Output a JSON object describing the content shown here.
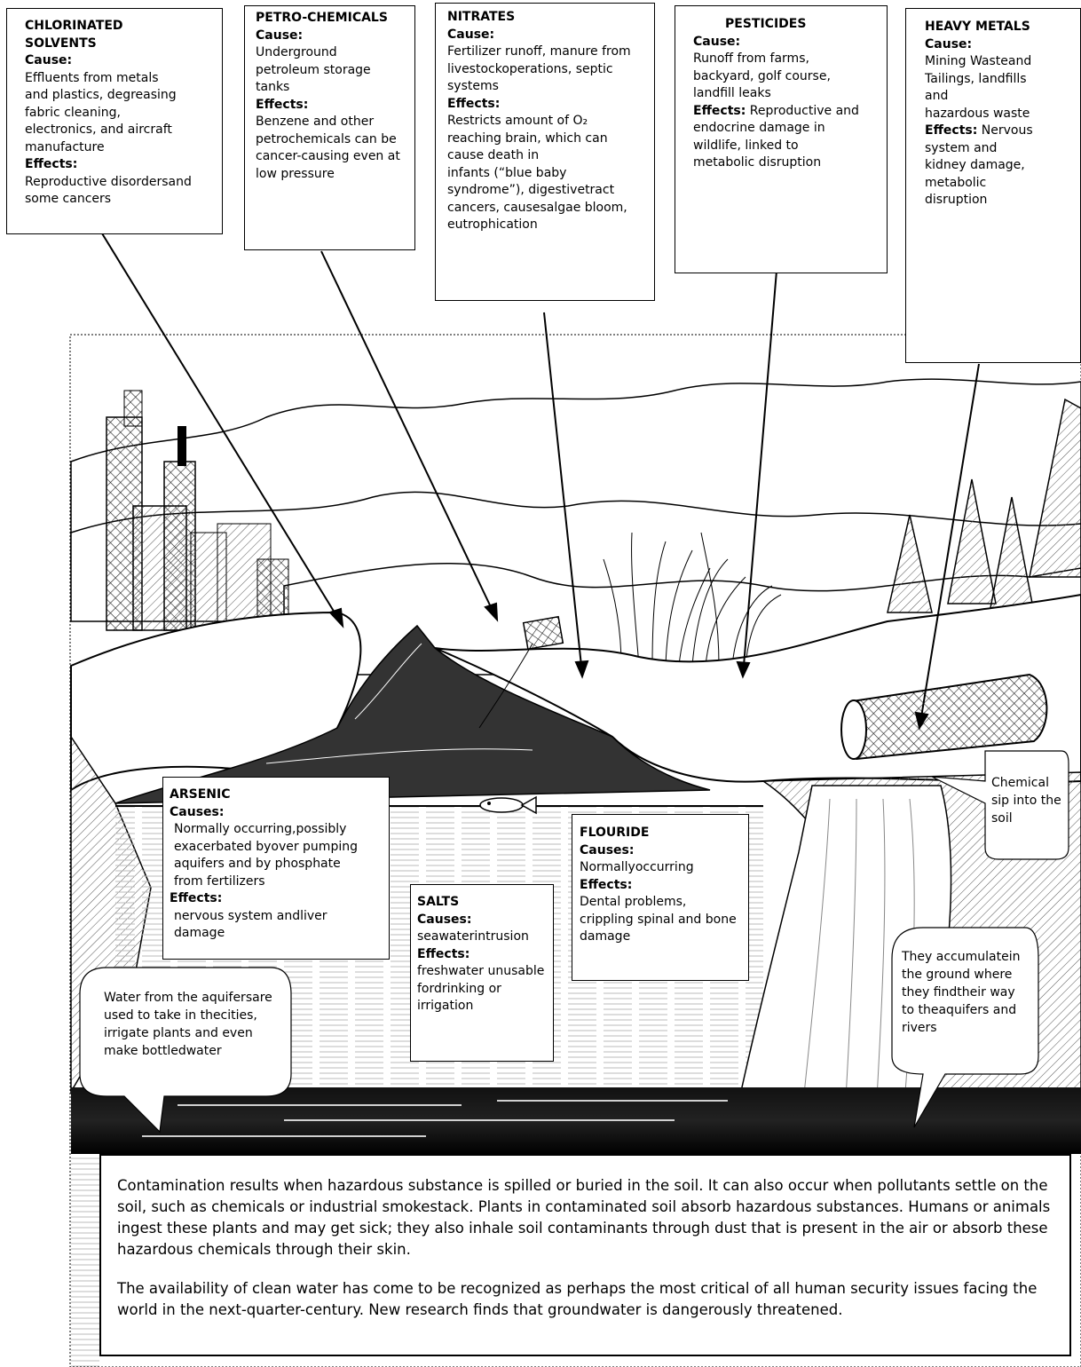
{
  "top_boxes": [
    {
      "heading": "CHLORINATED\nSOLVENTS",
      "cause_label": "Cause:",
      "cause": "Effluents from metals\nand plastics, degreasing\nfabric cleaning,\nelectronics, and aircraft\nmanufacture",
      "effects_label": "Effects:",
      "effects": "Reproductive disordersand\nsome cancers"
    },
    {
      "heading": "PETRO-CHEMICALS",
      "cause_label": "Cause:",
      "cause": "Underground\npetroleum storage\ntanks",
      "effects_label": "Effects:",
      "effects": "Benzene and other\npetrochemicals can be\ncancer-causing even at\nlow pressure"
    },
    {
      "heading": "NITRATES",
      "cause_label": "Cause:",
      "cause": "Fertilizer runoff, manure from\nlivestockoperations, septic\nsystems",
      "effects_label": "Effects:",
      "effects": "Restricts amount of O₂\nreaching brain, which can\ncause death in\ninfants (“blue baby\nsyndrome”), digestivetract\ncancers, causesalgae bloom,\neutrophication"
    },
    {
      "heading": "PESTICIDES",
      "cause_label": "Cause:",
      "cause": "Runoff from farms,\nbackyard, golf course,\nlandfill leaks",
      "effects_label": "Effects:",
      "effects": "Reproductive and\nendocrine damage in\nwildlife, linked to\nmetabolic disruption"
    },
    {
      "heading": "HEAVY METALS",
      "cause_label": "Cause:",
      "cause": "Mining Wasteand\nTailings, landfills\nand\nhazardous waste",
      "effects_label": "Effects:",
      "effects": "Nervous\nsystem and\nkidney damage,\nmetabolic\ndisruption"
    }
  ],
  "mid_boxes": {
    "arsenic": {
      "heading": "ARSENIC",
      "cause_label": "Causes:",
      "cause": "Normally occurring,possibly\nexacerbated byover pumping\naquifers and by phosphate\nfrom fertilizers",
      "effects_label": "Effects:",
      "effects": "nervous system andliver\ndamage"
    },
    "salts": {
      "heading": "SALTS",
      "cause_label": "Causes:",
      "cause": "seawaterintrusion",
      "effects_label": "Effects:",
      "effects": "freshwater unusable\nfordrinking or\nirrigation"
    },
    "flouride": {
      "heading": "FLOURIDE",
      "cause_label": "Causes:",
      "cause": "Normallyoccurring",
      "effects_label": "Effects:",
      "effects": "Dental problems,\ncrippling spinal and bone\ndamage"
    }
  },
  "callouts": {
    "soil": "Chemical\nsip into the\nsoil",
    "aquifers_rivers": "They accumulatein\nthe ground where\nthey findtheir way\nto theaquifers and\nrivers",
    "aquifer_use": "Water from the aquifersare\nused to take in thecities,\nirrigate plants and even\nmake bottledwater"
  },
  "summary": {
    "p1": "Contamination results when hazardous substance is spilled or buried in the soil. It can also occur when pollutants settle on the soil, such as chemicals or industrial smokestack. Plants in contaminated soil absorb hazardous substances. Humans or animals ingest these plants and may get sick; they also inhale soil contaminants through dust that is present in the air or absorb these hazardous chemicals through their skin.",
    "p2": "The availability of clean water has come to be recognized as perhaps the most critical of all human security issues facing the world in the next-quarter-century. New research finds that groundwater is dangerously threatened."
  }
}
